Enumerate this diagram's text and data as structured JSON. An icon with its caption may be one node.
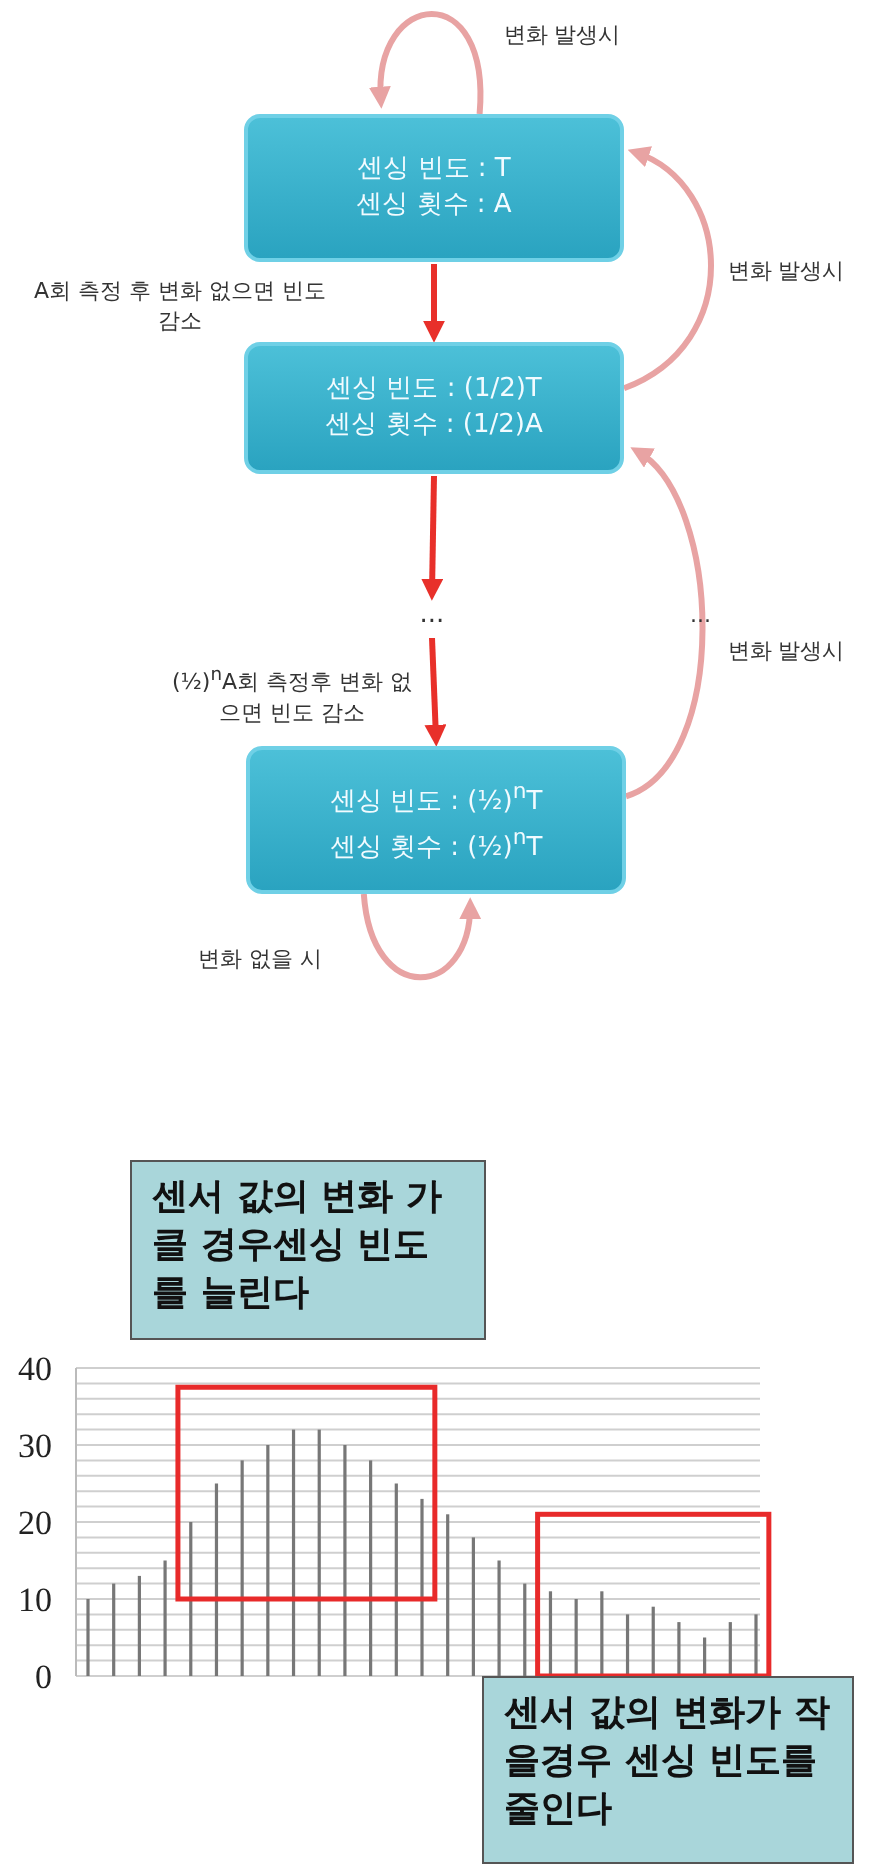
{
  "diagram": {
    "nodes": [
      {
        "text": [
          "센싱 빈도 : T",
          "센싱 횟수 : A"
        ]
      },
      {
        "text": [
          "센싱 빈도 : (1/2)T",
          "센싱 횟수 : (1/2)A"
        ]
      },
      {
        "text": [
          "..."
        ]
      },
      {
        "text": [
          "센싱 빈도 : (½)$^{n}$T",
          "센싱 횟수 : (½)$^{n}$T"
        ]
      },
      {
        "text": [
          "센서 값의 변화 가 클 경우센싱 빈도를 늘린다"
        ]
      },
      {
        "text": [
          "센서 값의 변화가 작을경우 센싱 빈도를 줄인다"
        ]
      }
    ],
    "edges": [
      {
        "from": 0,
        "to": 0,
        "arrow": "to",
        "label": "변화 발생시",
        "color": "#e8a3a3"
      },
      {
        "from": 0,
        "to": 1,
        "arrow": "to",
        "label": "A회 측정 후 변화 없으면 빈도 감소",
        "color": "#e8302a"
      },
      {
        "from": 1,
        "to": 2,
        "arrow": "to",
        "color": "#e8302a"
      },
      {
        "from": 2,
        "to": 3,
        "arrow": "to",
        "label": "(½)$^{n}$A회 측정후 변화 없으면 빈도 감소",
        "color": "#e8302a"
      },
      {
        "from": 1,
        "to": 0,
        "arrow": "to",
        "label": "변화 발생시",
        "color": "#e8a3a3"
      },
      {
        "from": 3,
        "to": 1,
        "arrow": "to",
        "label": "변화 발생시",
        "color": "#e8a3a3"
      },
      {
        "from": 3,
        "to": 3,
        "arrow": "to",
        "label": "변화 없을 시",
        "color": "#e8a3a3"
      }
    ],
    "labels": [
      "..."
    ],
    "chart_data": {
      "type": "bar",
      "values": [
        10,
        12,
        13,
        15,
        20,
        25,
        28,
        30,
        32,
        32,
        30,
        28,
        25,
        23,
        21,
        18,
        15,
        12,
        11,
        10,
        11,
        8,
        9,
        7,
        5,
        7,
        8
      ],
      "ylim": [
        0,
        40
      ],
      "yticks": [
        0,
        10,
        20,
        30,
        40
      ],
      "grid": true
    }
  }
}
